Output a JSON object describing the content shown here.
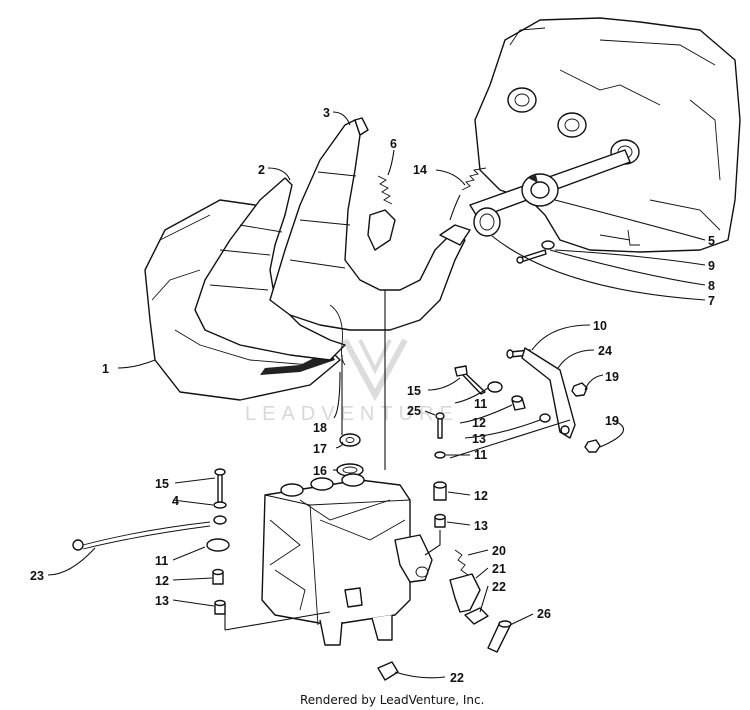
{
  "watermark": "LEADVENTURE",
  "footer": "Rendered by LeadVenture, Inc.",
  "callouts": {
    "c1": "1",
    "c2": "2",
    "c3": "3",
    "c4": "4",
    "c5": "5",
    "c6": "6",
    "c7": "7",
    "c8": "8",
    "c9": "9",
    "c10": "10",
    "c11a": "11",
    "c11b": "11",
    "c11c": "11",
    "c12a": "12",
    "c12b": "12",
    "c12c": "12",
    "c13a": "13",
    "c13b": "13",
    "c13c": "13",
    "c14": "14",
    "c15a": "15",
    "c15b": "15",
    "c16": "16",
    "c17": "17",
    "c18": "18",
    "c19a": "19",
    "c19b": "19",
    "c20": "20",
    "c21": "21",
    "c22a": "22",
    "c22b": "22",
    "c23": "23",
    "c24": "24",
    "c25": "25",
    "c26": "26"
  }
}
